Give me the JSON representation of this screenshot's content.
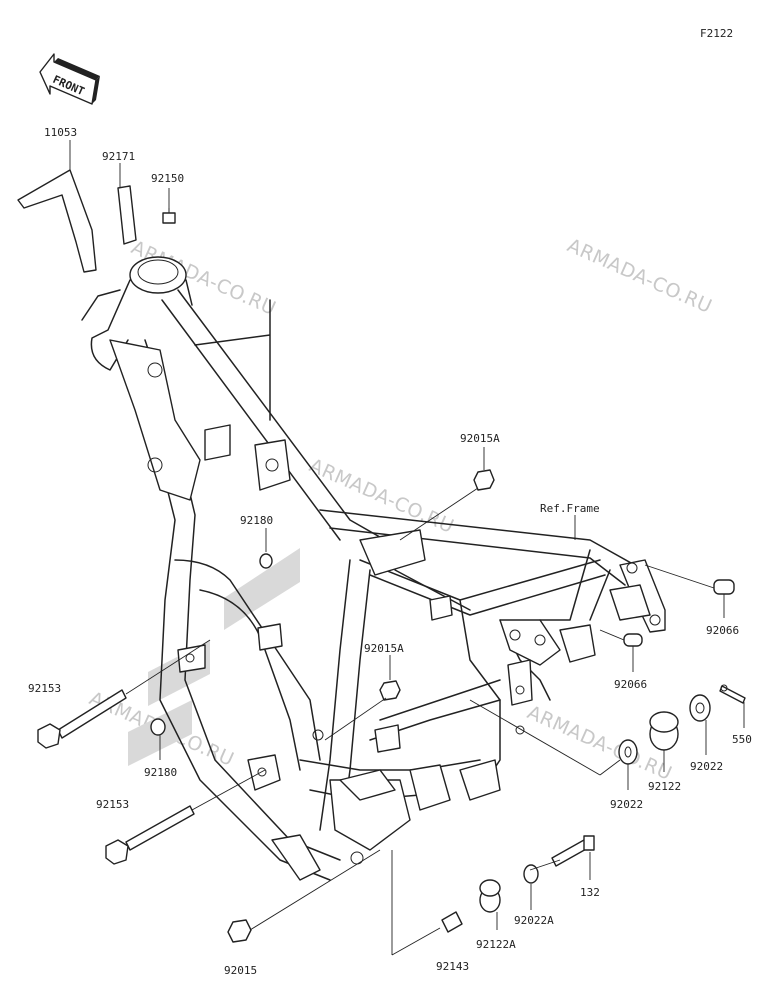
{
  "diagram_code": "F2122",
  "front_label": "FRONT",
  "ref_frame_label": "Ref.Frame",
  "watermark": "ARMADA-CO.RU",
  "parts": [
    {
      "id": "p11053",
      "number": "11053"
    },
    {
      "id": "p92171",
      "number": "92171"
    },
    {
      "id": "p92150",
      "number": "92150"
    },
    {
      "id": "p92015A_top",
      "number": "92015A"
    },
    {
      "id": "p92180_top",
      "number": "92180"
    },
    {
      "id": "p92015A_mid",
      "number": "92015A"
    },
    {
      "id": "p92153_top",
      "number": "92153"
    },
    {
      "id": "p92180_bot",
      "number": "92180"
    },
    {
      "id": "p92153_bot",
      "number": "92153"
    },
    {
      "id": "p92015",
      "number": "92015"
    },
    {
      "id": "p92143",
      "number": "92143"
    },
    {
      "id": "p92122A",
      "number": "92122A"
    },
    {
      "id": "p92022A",
      "number": "92022A"
    },
    {
      "id": "p132",
      "number": "132"
    },
    {
      "id": "p92022_l",
      "number": "92022"
    },
    {
      "id": "p92122",
      "number": "92122"
    },
    {
      "id": "p92022_r",
      "number": "92022"
    },
    {
      "id": "p550",
      "number": "550"
    },
    {
      "id": "p92066_top",
      "number": "92066"
    },
    {
      "id": "p92066_mid",
      "number": "92066"
    }
  ]
}
